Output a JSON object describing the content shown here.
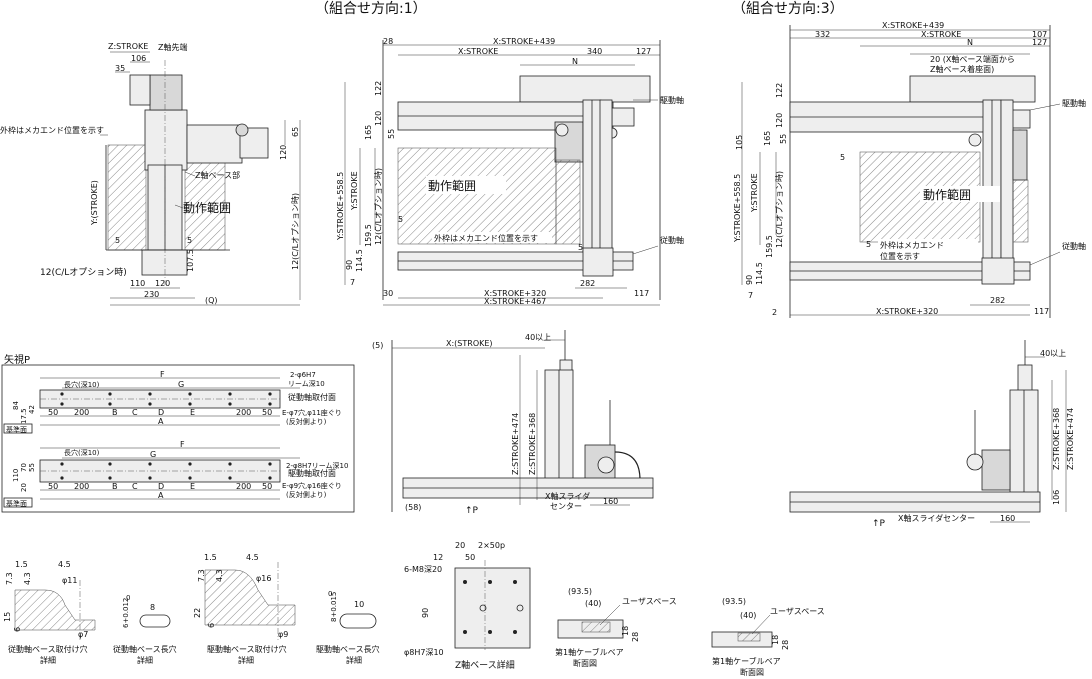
{
  "views": {
    "dir1": {
      "title": "（組合せ方向:1）",
      "top_dims": [
        "28",
        "X:STROKE+439",
        "X:STROKE",
        "340",
        "127",
        "N"
      ],
      "right_labels": [
        "駆動軸",
        "従動軸"
      ],
      "left_dims": [
        "Y:STROKE+558.5",
        "Y:STROKE",
        "12(C/Lオプション時)",
        "120",
        "122",
        "165",
        "55",
        "5",
        "159.5",
        "90",
        "114.5",
        "7"
      ],
      "area_label": "動作範囲",
      "note": "外枠はメカエンド位置を示す",
      "bottom_dims": [
        "30",
        "X:STROKE+320",
        "X:STROKE+467",
        "282",
        "117",
        "5"
      ]
    },
    "dir3": {
      "title": "（組合せ方向:3）",
      "top_dims": [
        "X:STROKE+439",
        "332",
        "X:STROKE",
        "107",
        "127",
        "N"
      ],
      "note_top": [
        "20 (X軸ベース端面から",
        "Z軸ベース着座面)"
      ],
      "right_labels": [
        "駆動軸",
        "従動軸"
      ],
      "left_dims": [
        "Y:STROKE+558.5",
        "Y:STROKE",
        "12(C/Lオプション時)",
        "105",
        "120",
        "122",
        "165",
        "55",
        "5",
        "159.5",
        "90",
        "114.5",
        "7"
      ],
      "area_label": "動作範囲",
      "note": [
        "外枠はメカエンド",
        "位置を示す"
      ],
      "bottom_dims": [
        "2",
        "X:STROKE+320",
        "282",
        "117",
        "5"
      ]
    },
    "side": {
      "top_dims": [
        "Z:STROKE",
        "Z軸先端",
        "106",
        "35"
      ],
      "left_labels": [
        "外枠はメカエンド位置を示す",
        "Y:(STROKE)"
      ],
      "labels": [
        "Z軸ベース部",
        "動作範囲"
      ],
      "right_dims": [
        "65",
        "120",
        "12(C/Lオプション時)",
        "107.5"
      ],
      "bottom_dims": [
        "5",
        "5",
        "12(C/Lオプション時)",
        "110",
        "120",
        "230",
        "(Q)"
      ]
    },
    "arrowP": {
      "title": "矢視P",
      "upper": {
        "dims": [
          "F",
          "G",
          "長穴(深10)",
          "2-φ6H7",
          "リーム深10",
          "84",
          "17.5",
          "42",
          "50",
          "200",
          "B",
          "C",
          "D",
          "E",
          "200",
          "50",
          "A"
        ],
        "labels": [
          "従動軸取付面",
          "E-φ7穴,φ11座ぐり",
          "(反対側より)",
          "基準面"
        ]
      },
      "lower": {
        "dims": [
          "F",
          "G",
          "長穴(深10)",
          "2-φ8H7リーム深10",
          "110",
          "70",
          "55",
          "20",
          "50",
          "200",
          "B",
          "C",
          "D",
          "E",
          "200",
          "50",
          "A"
        ],
        "labels": [
          "駆動軸取付面",
          "E-φ9穴,φ16座ぐり",
          "(反対側より)",
          "基準面"
        ]
      }
    },
    "front1": {
      "dims": [
        "(5)",
        "X:(STROKE)",
        "40以上",
        "Z:STROKE+474",
        "Z:STROKE+368",
        "(58)",
        "160"
      ],
      "labels": [
        "X軸スライダ",
        "センター",
        "↑P"
      ]
    },
    "front3": {
      "dims": [
        "40以上",
        "Z:STROKE+368",
        "Z:STROKE+474",
        "106",
        "160"
      ],
      "labels": [
        "X軸スライダセンター",
        "↑P"
      ]
    },
    "details": [
      {
        "title": [
          "従動軸ベース取付け穴",
          "詳細"
        ],
        "dims": [
          "1.5",
          "4.5",
          "7.3",
          "4.3",
          "φ11",
          "15",
          "6",
          "φ7"
        ]
      },
      {
        "title": [
          "従動軸ベース長穴",
          "詳細"
        ],
        "dims": [
          "6+0.012",
          "0",
          "8"
        ]
      },
      {
        "title": [
          "駆動軸ベース取付け穴",
          "詳細"
        ],
        "dims": [
          "1.5",
          "4.5",
          "7.3",
          "4.3",
          "φ16",
          "22",
          "6",
          "φ9"
        ]
      },
      {
        "title": [
          "駆動軸ベース長穴",
          "詳細"
        ],
        "dims": [
          "8+0.015",
          "0",
          "10"
        ]
      },
      {
        "title": [
          "Z軸ベース詳細"
        ],
        "dims": [
          "20",
          "2×50p",
          "12",
          "50",
          "6-M8深20",
          "90",
          "φ8H7深10"
        ]
      },
      {
        "title": [
          "第1軸ケーブルベア",
          "断面図"
        ],
        "dims": [
          "(93.5)",
          "(40)",
          "18",
          "28"
        ],
        "label": "ユーザスペース"
      },
      {
        "title": [
          "第1軸ケーブルベア",
          "断面図"
        ],
        "dims": [
          "(93.5)",
          "(40)",
          "18",
          "28"
        ],
        "label": "ユーザスペース"
      }
    ]
  }
}
